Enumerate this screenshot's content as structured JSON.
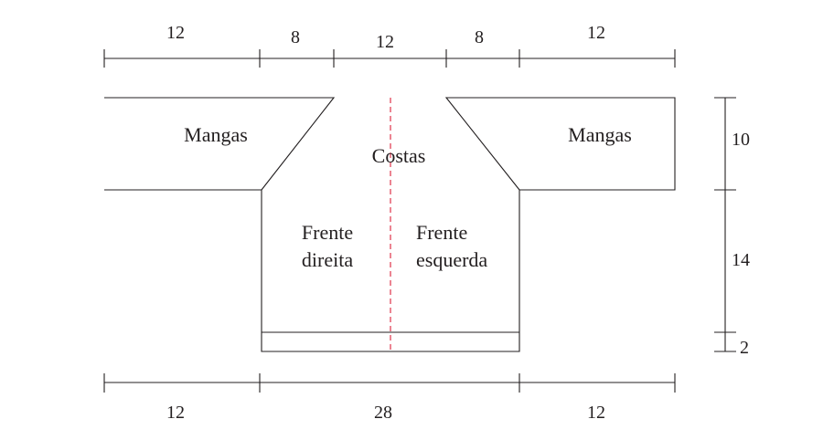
{
  "top_dimensions": [
    "12",
    "8",
    "12",
    "8",
    "12"
  ],
  "bottom_dimensions": [
    "12",
    "28",
    "12"
  ],
  "right_dimensions": [
    "10",
    "14",
    "2"
  ],
  "labels": {
    "sleeve_left": "Mangas",
    "sleeve_right": "Mangas",
    "back": "Costas",
    "front_right_line1": "Frente",
    "front_right_line2": "direita",
    "front_left_line1": "Frente",
    "front_left_line2": "esquerda"
  },
  "colors": {
    "outline": "#231f20",
    "center_line": "#e0334a"
  }
}
